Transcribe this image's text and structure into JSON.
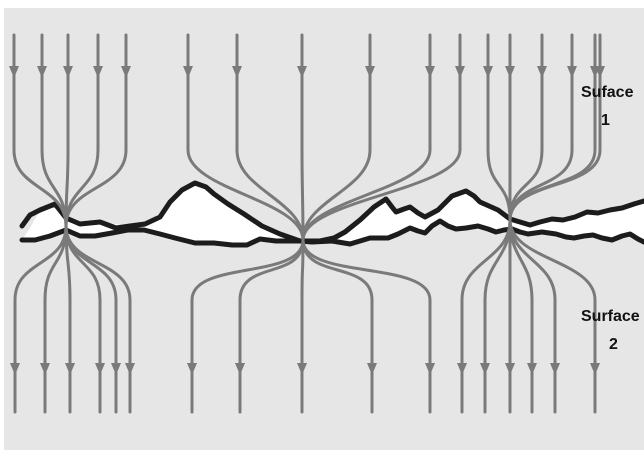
{
  "labels": {
    "surface_1_name": "Suface",
    "surface_1_number": "1",
    "surface_2_name": "Surface",
    "surface_2_number": "2"
  },
  "colors": {
    "background": "#e6e6e6",
    "flux_line": "#7a7a7a",
    "surface_profile": "#1c1c1c",
    "gap_fill": "#ffffff"
  },
  "contact_spots": [
    {
      "id": "left-contact",
      "incoming_lines": 5,
      "outgoing_lines": 6
    },
    {
      "id": "middle-contact",
      "incoming_lines": 6,
      "outgoing_lines": 5
    },
    {
      "id": "right-contact",
      "incoming_lines": 6,
      "outgoing_lines": 6
    }
  ]
}
